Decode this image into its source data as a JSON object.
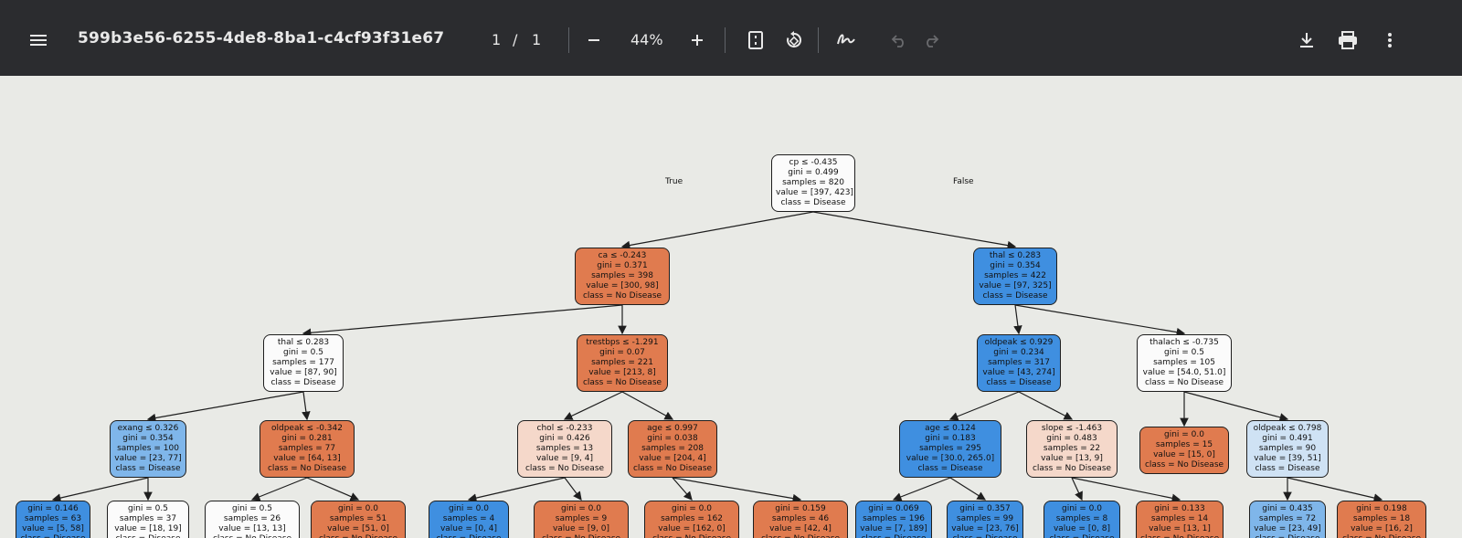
{
  "toolbar": {
    "title": "599b3e56-6255-4de8-8ba1-c4cf93f31e67",
    "page_current": "1",
    "page_sep": "/",
    "page_total": "1",
    "zoom": "44%",
    "icons": [
      "menu-icon",
      "zoom-out-icon",
      "zoom-in-icon",
      "fit-page-icon",
      "rotate-icon",
      "annotate-icon",
      "undo-icon",
      "redo-icon",
      "download-icon",
      "print-icon",
      "more-icon"
    ]
  },
  "tree": {
    "edge_labels": {
      "true": "True",
      "false": "False"
    },
    "colors": {
      "disease_strong": "#3f8fe0",
      "disease_mid": "#7fb6ea",
      "disease_light": "#cfe2f4",
      "nodisease_strong": "#e07b4f",
      "nodisease_mid": "#eea98a",
      "nodisease_light": "#f5d8ca",
      "neutral": "#fbfbfb"
    },
    "nodes": [
      {
        "id": "n0",
        "lines": [
          "cp ≤ -0.435",
          "gini = 0.499",
          "samples = 820",
          "value = [397, 423]",
          "class = Disease"
        ]
      },
      {
        "id": "n1",
        "lines": [
          "ca ≤ -0.243",
          "gini = 0.371",
          "samples = 398",
          "value = [300, 98]",
          "class = No Disease"
        ]
      },
      {
        "id": "n2",
        "lines": [
          "thal ≤ 0.283",
          "gini = 0.354",
          "samples = 422",
          "value = [97, 325]",
          "class = Disease"
        ]
      },
      {
        "id": "n3",
        "lines": [
          "thal ≤ 0.283",
          "gini = 0.5",
          "samples = 177",
          "value = [87, 90]",
          "class = Disease"
        ]
      },
      {
        "id": "n4",
        "lines": [
          "trestbps ≤ -1.291",
          "gini = 0.07",
          "samples = 221",
          "value = [213, 8]",
          "class = No Disease"
        ]
      },
      {
        "id": "n5",
        "lines": [
          "oldpeak ≤ 0.929",
          "gini = 0.234",
          "samples = 317",
          "value = [43, 274]",
          "class = Disease"
        ]
      },
      {
        "id": "n6",
        "lines": [
          "thalach ≤ -0.735",
          "gini = 0.5",
          "samples = 105",
          "value = [54.0, 51.0]",
          "class = No Disease"
        ]
      },
      {
        "id": "n7",
        "lines": [
          "exang ≤ 0.326",
          "gini = 0.354",
          "samples = 100",
          "value = [23, 77]",
          "class = Disease"
        ]
      },
      {
        "id": "n8",
        "lines": [
          "oldpeak ≤ -0.342",
          "gini = 0.281",
          "samples = 77",
          "value = [64, 13]",
          "class = No Disease"
        ]
      },
      {
        "id": "n9",
        "lines": [
          "chol ≤ -0.233",
          "gini = 0.426",
          "samples = 13",
          "value = [9, 4]",
          "class = No Disease"
        ]
      },
      {
        "id": "n10",
        "lines": [
          "age ≤ 0.997",
          "gini = 0.038",
          "samples = 208",
          "value = [204, 4]",
          "class = No Disease"
        ]
      },
      {
        "id": "n11",
        "lines": [
          "age ≤ 0.124",
          "gini = 0.183",
          "samples = 295",
          "value = [30.0, 265.0]",
          "class = Disease"
        ]
      },
      {
        "id": "n12",
        "lines": [
          "slope ≤ -1.463",
          "gini = 0.483",
          "samples = 22",
          "value = [13, 9]",
          "class = No Disease"
        ]
      },
      {
        "id": "n13",
        "lines": [
          "gini = 0.0",
          "samples = 15",
          "value = [15, 0]",
          "class = No Disease"
        ]
      },
      {
        "id": "n14",
        "lines": [
          "oldpeak ≤ 0.798",
          "gini = 0.491",
          "samples = 90",
          "value = [39, 51]",
          "class = Disease"
        ]
      },
      {
        "id": "n15",
        "lines": [
          "gini = 0.146",
          "samples = 63",
          "value = [5, 58]",
          "class = Disease"
        ]
      },
      {
        "id": "n16",
        "lines": [
          "gini = 0.5",
          "samples = 37",
          "value = [18, 19]",
          "class = Disease"
        ]
      },
      {
        "id": "n17",
        "lines": [
          "gini = 0.5",
          "samples = 26",
          "value = [13, 13]",
          "class = No Disease"
        ]
      },
      {
        "id": "n18",
        "lines": [
          "gini = 0.0",
          "samples = 51",
          "value = [51, 0]",
          "class = No Disease"
        ]
      },
      {
        "id": "n19",
        "lines": [
          "gini = 0.0",
          "samples = 4",
          "value = [0, 4]",
          "class = Disease"
        ]
      },
      {
        "id": "n20",
        "lines": [
          "gini = 0.0",
          "samples = 9",
          "value = [9, 0]",
          "class = No Disease"
        ]
      },
      {
        "id": "n21",
        "lines": [
          "gini = 0.0",
          "samples = 162",
          "value = [162, 0]",
          "class = No Disease"
        ]
      },
      {
        "id": "n22",
        "lines": [
          "gini = 0.159",
          "samples = 46",
          "value = [42, 4]",
          "class = No Disease"
        ]
      },
      {
        "id": "n23",
        "lines": [
          "gini = 0.069",
          "samples = 196",
          "value = [7, 189]",
          "class = Disease"
        ]
      },
      {
        "id": "n24",
        "lines": [
          "gini = 0.357",
          "samples = 99",
          "value = [23, 76]",
          "class = Disease"
        ]
      },
      {
        "id": "n25",
        "lines": [
          "gini = 0.0",
          "samples = 8",
          "value = [0, 8]",
          "class = Disease"
        ]
      },
      {
        "id": "n26",
        "lines": [
          "gini = 0.133",
          "samples = 14",
          "value = [13, 1]",
          "class = No Disease"
        ]
      },
      {
        "id": "n27",
        "lines": [
          "gini = 0.435",
          "samples = 72",
          "value = [23, 49]",
          "class = Disease"
        ]
      },
      {
        "id": "n28",
        "lines": [
          "gini = 0.198",
          "samples = 18",
          "value = [16, 2]",
          "class = No Disease"
        ]
      }
    ],
    "edges": [
      [
        "n0",
        "n1"
      ],
      [
        "n0",
        "n2"
      ],
      [
        "n1",
        "n3"
      ],
      [
        "n1",
        "n4"
      ],
      [
        "n2",
        "n5"
      ],
      [
        "n2",
        "n6"
      ],
      [
        "n3",
        "n7"
      ],
      [
        "n3",
        "n8"
      ],
      [
        "n4",
        "n9"
      ],
      [
        "n4",
        "n10"
      ],
      [
        "n5",
        "n11"
      ],
      [
        "n5",
        "n12"
      ],
      [
        "n6",
        "n13"
      ],
      [
        "n6",
        "n14"
      ],
      [
        "n7",
        "n15"
      ],
      [
        "n7",
        "n16"
      ],
      [
        "n8",
        "n17"
      ],
      [
        "n8",
        "n18"
      ],
      [
        "n9",
        "n19"
      ],
      [
        "n9",
        "n20"
      ],
      [
        "n10",
        "n21"
      ],
      [
        "n10",
        "n22"
      ],
      [
        "n11",
        "n23"
      ],
      [
        "n11",
        "n24"
      ],
      [
        "n12",
        "n25"
      ],
      [
        "n12",
        "n26"
      ],
      [
        "n14",
        "n27"
      ],
      [
        "n14",
        "n28"
      ]
    ]
  }
}
